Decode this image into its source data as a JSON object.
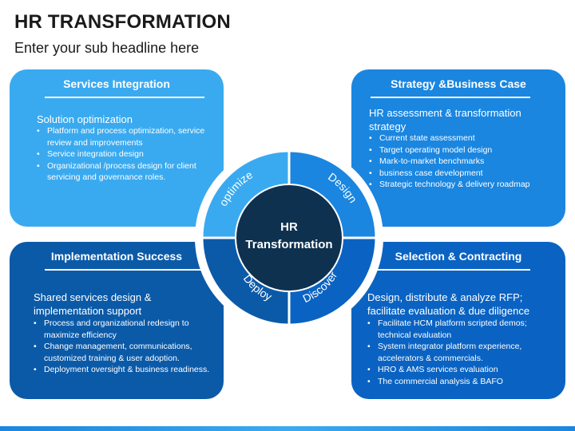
{
  "title": "HR TRANSFORMATION",
  "subtitle": "Enter your sub headline here",
  "center": {
    "line1": "HR",
    "line2": "Transformation"
  },
  "wheel_labels": {
    "top_left": "optimize",
    "top_right": "Design",
    "bottom_left": "Deploy",
    "bottom_right": "Discover"
  },
  "cards": {
    "top_left": {
      "heading": "Services Integration",
      "intro": "Solution optimization",
      "bullets": [
        "Platform and process optimization, service review and improvements",
        "Service integration design",
        "Organizational /process design for client servicing and governance roles."
      ]
    },
    "top_right": {
      "heading": "Strategy &Business Case",
      "intro": "HR assessment & transformation strategy",
      "bullets": [
        "Current state assessment",
        "Target operating model design",
        "Mark-to-market benchmarks",
        " business case development",
        "Strategic technology & delivery roadmap"
      ]
    },
    "bottom_left": {
      "heading": "Implementation Success",
      "intro": "Shared services design & implementation support",
      "bullets": [
        "Process and organizational redesign to maximize efficiency",
        "Change management, communications, customized training & user adoption.",
        " Deployment oversight & business readiness."
      ]
    },
    "bottom_right": {
      "heading": "Selection & Contracting",
      "intro": "Design, distribute & analyze RFP; facilitate evaluation & due diligence",
      "bullets": [
        "Facilitate HCM platform scripted demos; technical evaluation",
        "System integrator platform experience, accelerators & commercials.",
        "HRO & AMS services evaluation",
        "The commercial analysis & BAFO"
      ]
    }
  },
  "colors": {
    "top_left": "#3aaaf0",
    "top_right": "#1a86e0",
    "bottom_left": "#0b5aa8",
    "bottom_right": "#0a63c2",
    "center": "#0e3150"
  }
}
